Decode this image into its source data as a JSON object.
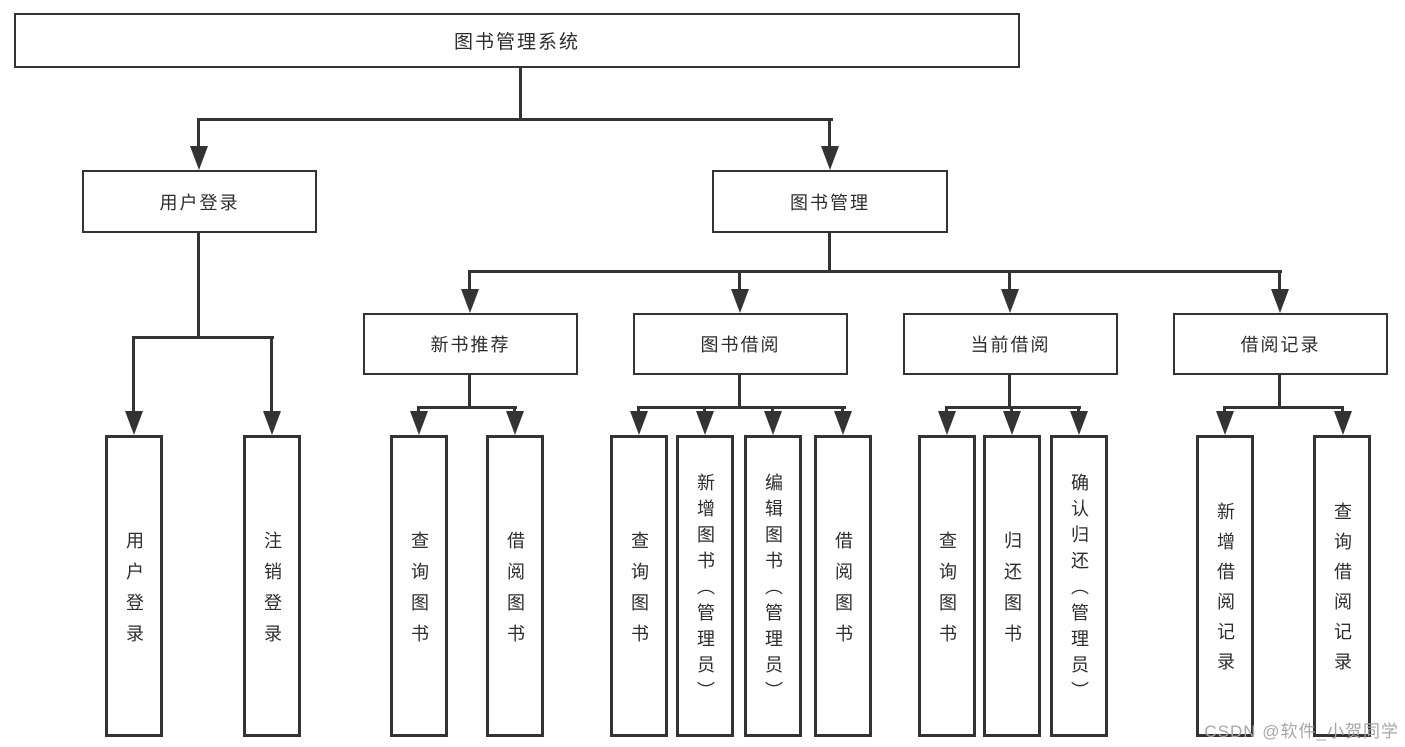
{
  "tree": {
    "label": "图书管理系统",
    "children": [
      {
        "label": "用户登录",
        "children": [
          {
            "label": "用户登录"
          },
          {
            "label": "注销登录"
          }
        ]
      },
      {
        "label": "图书管理",
        "children": [
          {
            "label": "新书推荐",
            "children": [
              {
                "label": "查询图书"
              },
              {
                "label": "借阅图书"
              }
            ]
          },
          {
            "label": "图书借阅",
            "children": [
              {
                "label": "查询图书"
              },
              {
                "label": "新增图书（管理员）"
              },
              {
                "label": "编辑图书（管理员）"
              },
              {
                "label": "借阅图书"
              }
            ]
          },
          {
            "label": "当前借阅",
            "children": [
              {
                "label": "查询图书"
              },
              {
                "label": "归还图书"
              },
              {
                "label": "确认归还（管理员）"
              }
            ]
          },
          {
            "label": "借阅记录",
            "children": [
              {
                "label": "新增借阅记录"
              },
              {
                "label": "查询借阅记录"
              }
            ]
          }
        ]
      }
    ]
  },
  "watermark": "CSDN @软件_小贺同学",
  "colors": {
    "line": "#333333",
    "text": "#2d2d2d",
    "watermark": "#a6a6a6",
    "background": "#ffffff"
  }
}
